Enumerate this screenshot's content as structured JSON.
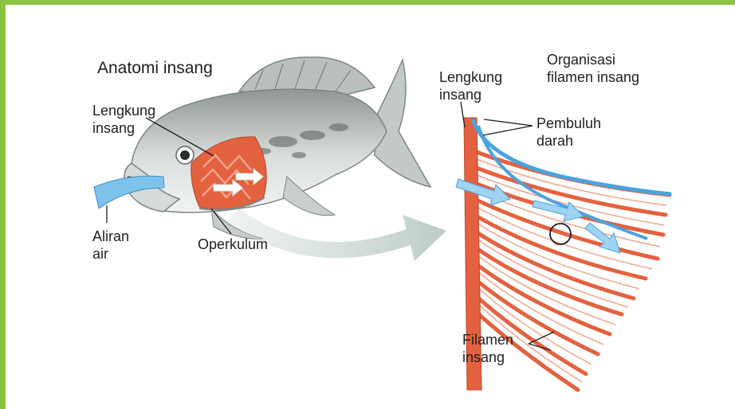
{
  "colors": {
    "frame": "#8ac43f",
    "gill_red": "#e4613f",
    "gill_light": "#f3a58d",
    "vessel_blue": "#4aa3df",
    "water_blue": "#7ec3ec",
    "arrow_grey": "#c7d4d1"
  },
  "labels": {
    "fish_title": "Anatomi insang",
    "gill_arch_left": "Lengkung\ninsang",
    "water_flow": "Aliran\nair",
    "operculum": "Operkulum",
    "gill_arch_right": "Lengkung\ninsang",
    "filament_org": "Organisasi\nfilamen insang",
    "blood_vessels": "Pembuluh\ndarah",
    "gill_filaments": "Filamen\ninsang"
  }
}
